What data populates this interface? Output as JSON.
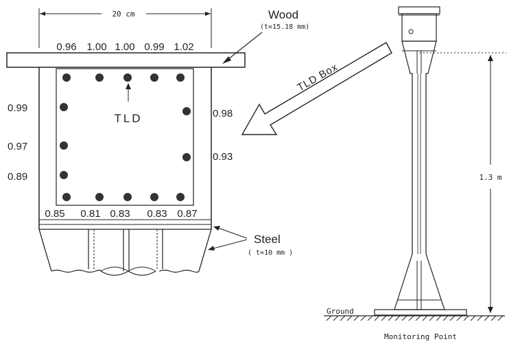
{
  "colors": {
    "ink": "#222222",
    "paper": "#ffffff",
    "tld_fill": "#333333"
  },
  "labels": {
    "width_dim": "20 cm",
    "wood": "Wood",
    "wood_thickness": "(t=15.18 mm)",
    "tld": "TLD",
    "tld_box": "TLD Box",
    "steel": "Steel",
    "steel_thickness": "( t=10 mm )",
    "height_dim": "1.3 m",
    "ground": "Ground",
    "monitoring_point": "Monitoring Point"
  },
  "readings": {
    "top": [
      "0.96",
      "1.00",
      "1.00",
      "0.99",
      "1.02"
    ],
    "left": [
      "0.99",
      "0.97",
      "0.89"
    ],
    "right": [
      "0.98",
      "0.93"
    ],
    "bottom": [
      "0.85",
      "0.81",
      "0.83",
      "0.83",
      "0.87"
    ]
  }
}
